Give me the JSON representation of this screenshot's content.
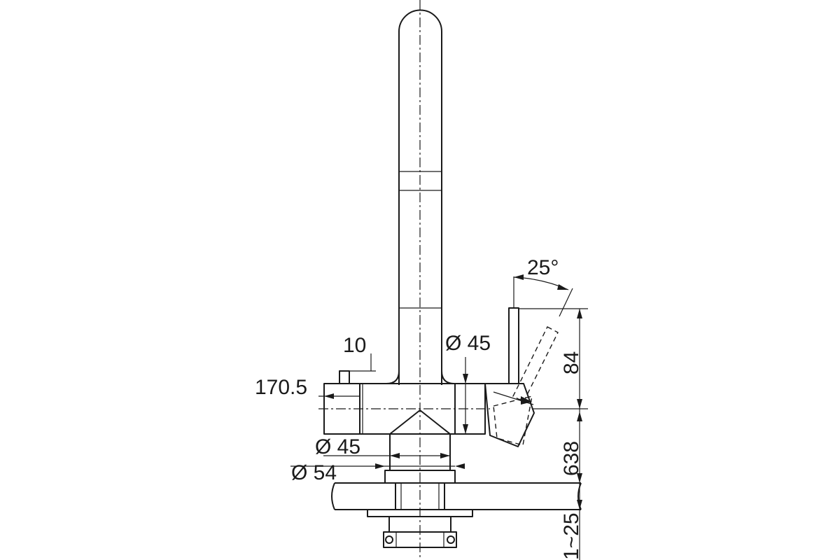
{
  "drawing": {
    "dimensions": {
      "angle": "25°",
      "pipe_diameter": "Ø 45",
      "handle_offset": "10",
      "depth": "170.5",
      "base_diameter": "Ø 45",
      "flange_diameter": "Ø 54",
      "handle_height": "84",
      "spout_height": "638",
      "deck_thickness": "1~25"
    }
  }
}
